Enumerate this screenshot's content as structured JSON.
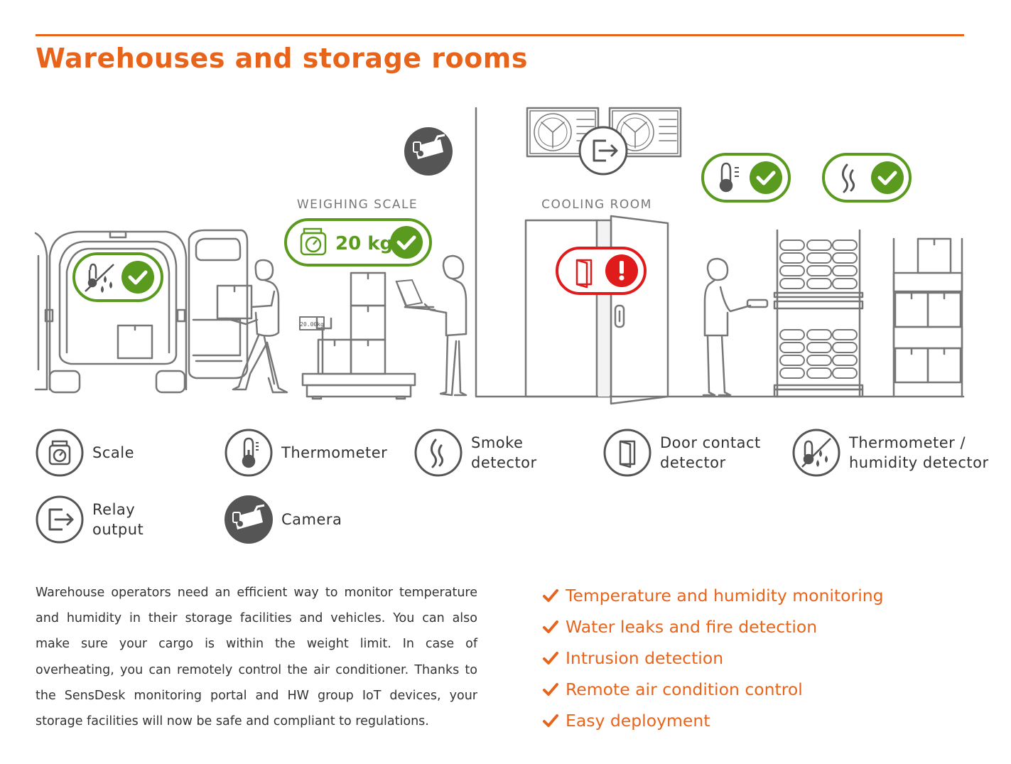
{
  "title": "Warehouses and storage rooms",
  "colors": {
    "accent": "#e8641b",
    "ok": "#5a9a1e",
    "alert": "#e01b1b",
    "line": "#777777",
    "dark": "#555555"
  },
  "scene": {
    "weighing_scale_label": "WEIGHING SCALE",
    "cooling_room_label": "COOLING ROOM",
    "weight_value": "20 kg",
    "scale_display": "20.00kg",
    "van_status": "ok",
    "cooling_temperature_status": "ok",
    "cooling_smoke_status": "ok",
    "door_status": "alert"
  },
  "legend": [
    {
      "icon": "scale-icon",
      "lines": [
        "Scale"
      ]
    },
    {
      "icon": "thermometer-icon",
      "lines": [
        "Thermometer"
      ]
    },
    {
      "icon": "smoke-detector-icon",
      "lines": [
        "Smoke",
        "detector"
      ]
    },
    {
      "icon": "door-contact-icon",
      "lines": [
        "Door contact",
        "detector"
      ]
    },
    {
      "icon": "thermometer-humidity-icon",
      "lines": [
        "Thermometer /",
        "humidity detector"
      ]
    },
    {
      "icon": "relay-output-icon",
      "lines": [
        "Relay",
        "output"
      ]
    },
    {
      "icon": "camera-icon",
      "lines": [
        "Camera"
      ]
    }
  ],
  "description": "Warehouse operators need an efficient way to monitor temperature and humidity in their storage facilities and vehicles. You can also make sure your cargo is within the weight limit. In case of overheating, you can remotely control the air conditioner. Thanks to the SensDesk monitoring portal and HW group IoT devices, your storage facilities will now be safe and compliant to regulations.",
  "features": [
    "Temperature and humidity monitoring",
    "Water leaks and fire detection",
    "Intrusion detection",
    "Remote air condition control",
    "Easy deployment"
  ]
}
